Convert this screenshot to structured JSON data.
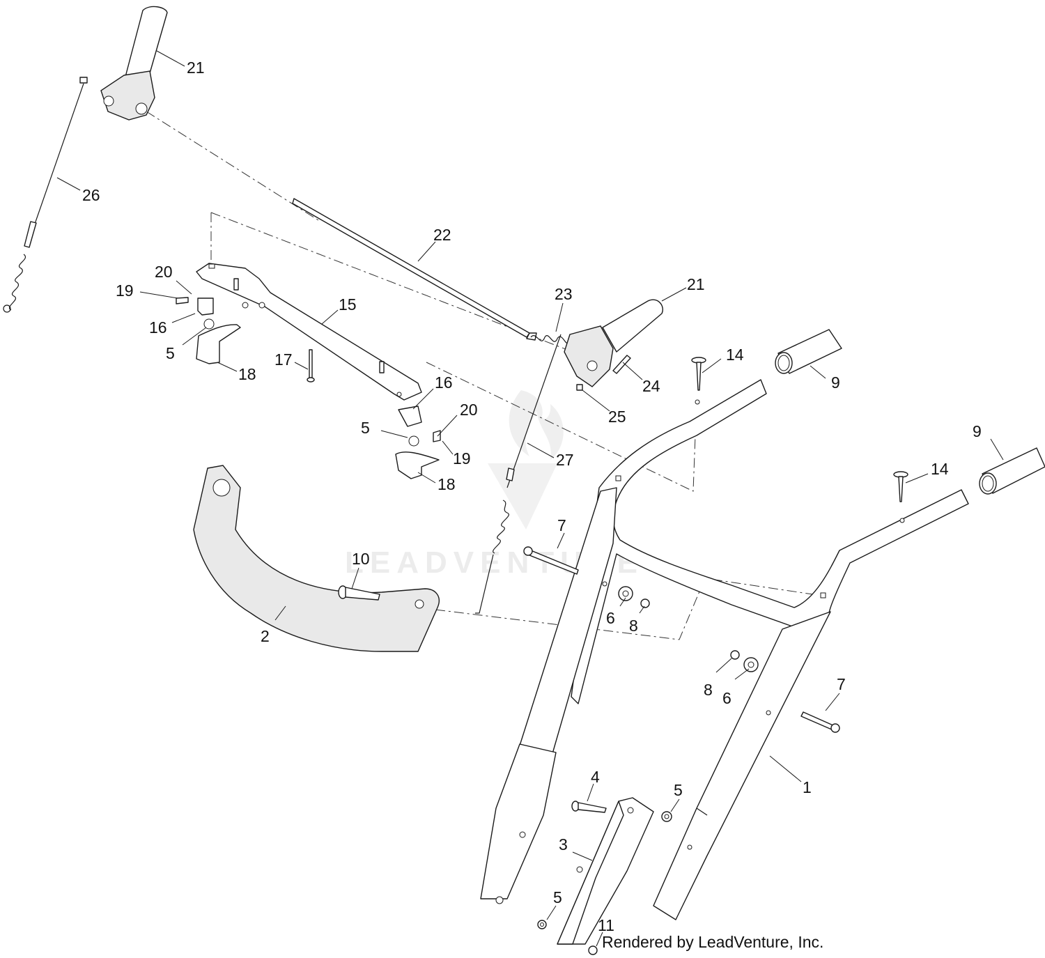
{
  "watermark": {
    "text": "LEADVENTURE"
  },
  "credit": "Rendered by LeadVenture, Inc.",
  "callouts": [
    {
      "id": "c21a",
      "label": "21"
    },
    {
      "id": "c26",
      "label": "26"
    },
    {
      "id": "c22",
      "label": "22"
    },
    {
      "id": "c20a",
      "label": "20"
    },
    {
      "id": "c19a",
      "label": "19"
    },
    {
      "id": "c15",
      "label": "15"
    },
    {
      "id": "c16a",
      "label": "16"
    },
    {
      "id": "c5a",
      "label": "5"
    },
    {
      "id": "c18a",
      "label": "18"
    },
    {
      "id": "c17",
      "label": "17"
    },
    {
      "id": "c23",
      "label": "23"
    },
    {
      "id": "c21b",
      "label": "21"
    },
    {
      "id": "c24",
      "label": "24"
    },
    {
      "id": "c25",
      "label": "25"
    },
    {
      "id": "c14a",
      "label": "14"
    },
    {
      "id": "c9a",
      "label": "9"
    },
    {
      "id": "c16b",
      "label": "16"
    },
    {
      "id": "c20b",
      "label": "20"
    },
    {
      "id": "c5b",
      "label": "5"
    },
    {
      "id": "c19b",
      "label": "19"
    },
    {
      "id": "c18b",
      "label": "18"
    },
    {
      "id": "c27",
      "label": "27"
    },
    {
      "id": "c9b",
      "label": "9"
    },
    {
      "id": "c14b",
      "label": "14"
    },
    {
      "id": "c7a",
      "label": "7"
    },
    {
      "id": "c10",
      "label": "10"
    },
    {
      "id": "c6a",
      "label": "6"
    },
    {
      "id": "c8a",
      "label": "8"
    },
    {
      "id": "c2",
      "label": "2"
    },
    {
      "id": "c8b",
      "label": "8"
    },
    {
      "id": "c6b",
      "label": "6"
    },
    {
      "id": "c7b",
      "label": "7"
    },
    {
      "id": "c1",
      "label": "1"
    },
    {
      "id": "c4",
      "label": "4"
    },
    {
      "id": "c5c",
      "label": "5"
    },
    {
      "id": "c3",
      "label": "3"
    },
    {
      "id": "c5d",
      "label": "5"
    },
    {
      "id": "c11",
      "label": "11"
    }
  ]
}
